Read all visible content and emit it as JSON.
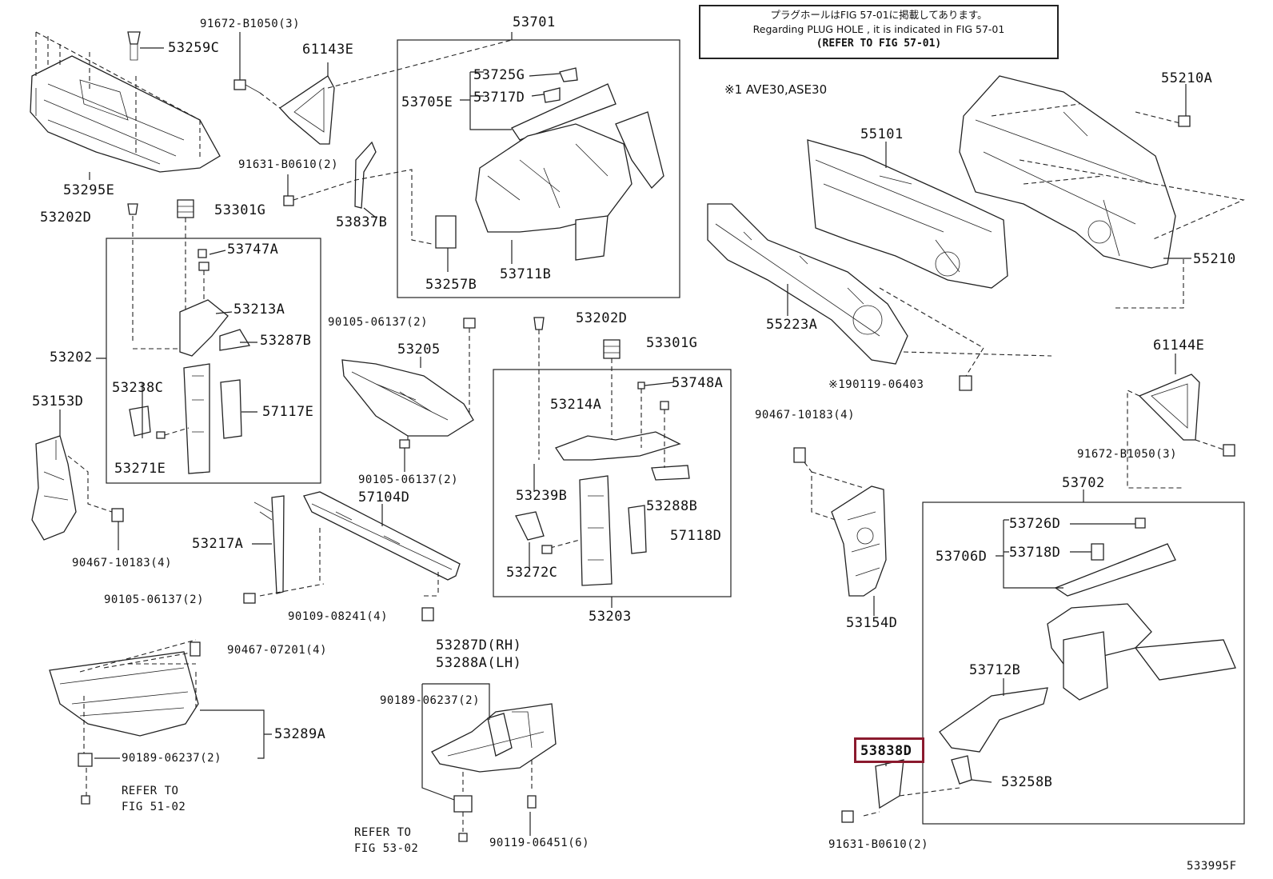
{
  "note": {
    "line1": "プラグホールはFIG 57-01に掲載してあります。",
    "line2": "Regarding  PLUG  HOLE , it is indicated in FIG  57-01",
    "line3": "(REFER TO FIG 57-01)"
  },
  "remark": "※1 AVE30,ASE30",
  "figure_id": "533995F",
  "labels": {
    "p53259C": "53259C",
    "p91672B1050_3_top": "91672-B1050(3)",
    "p61143E": "61143E",
    "p53701": "53701",
    "p53725G": "53725G",
    "p53717D": "53717D",
    "p53705E": "53705E",
    "p53711B": "53711B",
    "p53257B": "53257B",
    "p53295E": "53295E",
    "p91631B0610_2_top": "91631-B0610(2)",
    "p53837B": "53837B",
    "p53202D_left": "53202D",
    "p53301G_left": "53301G",
    "p53747A": "53747A",
    "p53213A": "53213A",
    "p53287B": "53287B",
    "p53202": "53202",
    "p53238C": "53238C",
    "p57117E": "57117E",
    "p53271E": "53271E",
    "p53153D": "53153D",
    "p90467_10183_4_left": "90467-10183(4)",
    "p90105_06137_2_a": "90105-06137(2)",
    "p53205": "53205",
    "p90105_06137_2_b": "90105-06137(2)",
    "p57104D": "57104D",
    "p53217A": "53217A",
    "p90105_06137_2_c": "90105-06137(2)",
    "p90109_08241_4": "90109-08241(4)",
    "p53202D_mid": "53202D",
    "p53301G_mid": "53301G",
    "p53748A": "53748A",
    "p53214A": "53214A",
    "p53239B": "53239B",
    "p53288B": "53288B",
    "p57118D": "57118D",
    "p53272C": "53272C",
    "p53203": "53203",
    "p90467_07201_4": "90467-07201(4)",
    "p53289A": "53289A",
    "p90189_06237_2_a": "90189-06237(2)",
    "refer_51_a": "REFER TO",
    "refer_51_b": "FIG 51-02",
    "p53287D": "53287D(RH)",
    "p53288A": "53288A(LH)",
    "p90189_06237_2_b": "90189-06237(2)",
    "refer_53_a": "REFER TO",
    "refer_53_b": "FIG 53-02",
    "p90119_06451_6": "90119-06451(6)",
    "p55101": "55101",
    "p55210A": "55210A",
    "p55210": "55210",
    "p55223A": "55223A",
    "p90119_06403": "※190119-06403",
    "p61144E": "61144E",
    "p90467_10183_4_right": "90467-10183(4)",
    "p91672B1050_3_right": "91672-B1050(3)",
    "p53154D": "53154D",
    "p53702": "53702",
    "p53726D": "53726D",
    "p53718D": "53718D",
    "p53706D": "53706D",
    "p53712B": "53712B",
    "p53838D": "53838D",
    "p53258B": "53258B",
    "p91631B0610_2_bot": "91631-B0610(2)"
  }
}
